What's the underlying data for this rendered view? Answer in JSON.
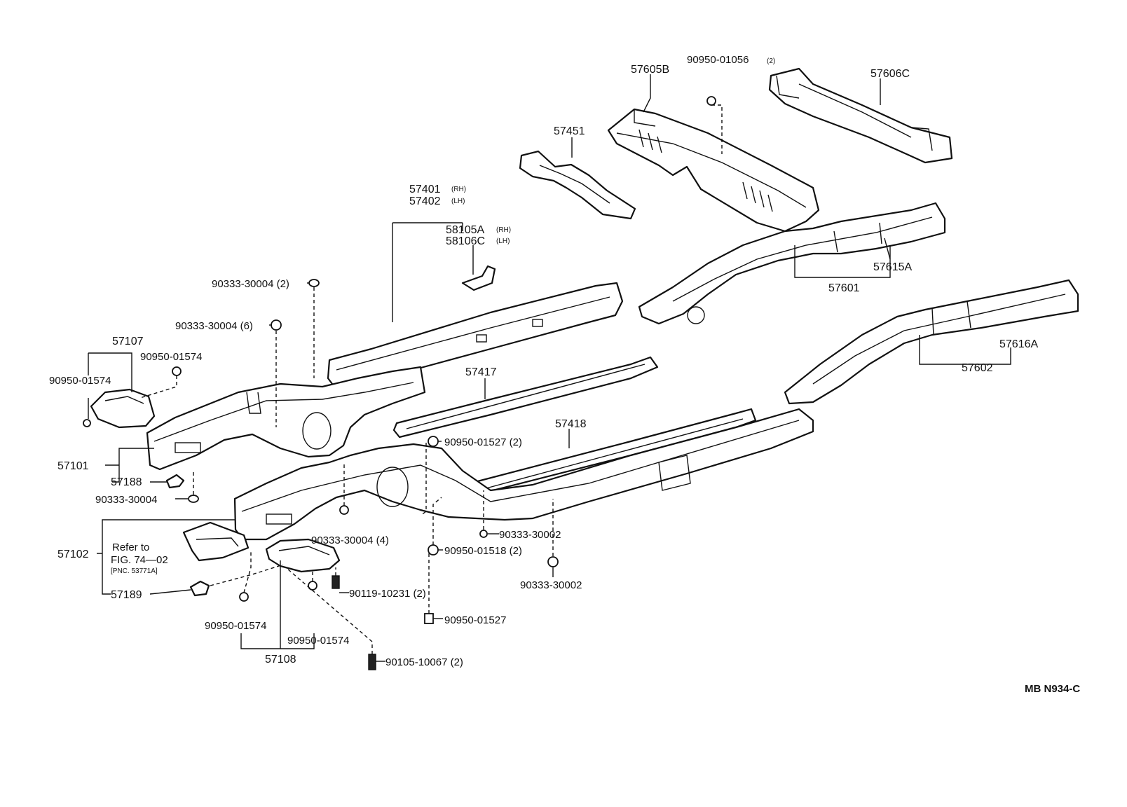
{
  "diagram_code": "MB N934-C",
  "refer_note": {
    "line1": "Refer to",
    "line2": "FIG. 74—02",
    "line3": "[PNC. 53771A]"
  },
  "labels": {
    "p57605B": "57605B",
    "p90950_01056": "90950-01056",
    "p90950_01056_qty": "(2)",
    "p57606C": "57606C",
    "p57451": "57451",
    "p57401": "57401",
    "rh1": "(RH)",
    "p57402": "57402",
    "lh1": "(LH)",
    "p58105A": "58105A",
    "rh2": "(RH)",
    "p58106C": "58106C",
    "lh2": "(LH)",
    "p57615A": "57615A",
    "p57601": "57601",
    "p90333_30004_a": "90333-30004 (2)",
    "p90333_30004_b": "90333-30004 (6)",
    "p57107": "57107",
    "p90950_01574_a": "90950-01574",
    "p90950_01574_b": "90950-01574",
    "p57417": "57417",
    "p57616A": "57616A",
    "p57602": "57602",
    "p57418": "57418",
    "p90950_01527_a": "90950-01527 (2)",
    "p57101": "57101",
    "p57188": "57188",
    "p90333_30004_c": "90333-30004",
    "p90333_30004_d": "90333-30004 (4)",
    "p90333_30002_a": "90333-30002",
    "p90950_01518": "90950-01518 (2)",
    "p90333_30002_b": "90333-30002",
    "p57102": "57102",
    "p57189": "57189",
    "p90119_10231": "90119-10231 (2)",
    "p90950_01574_c": "90950-01574",
    "p90950_01574_d": "90950-01574",
    "p90950_01527_b": "90950-01527",
    "p57108": "57108",
    "p90105_10067": "90105-10067 (2)"
  }
}
